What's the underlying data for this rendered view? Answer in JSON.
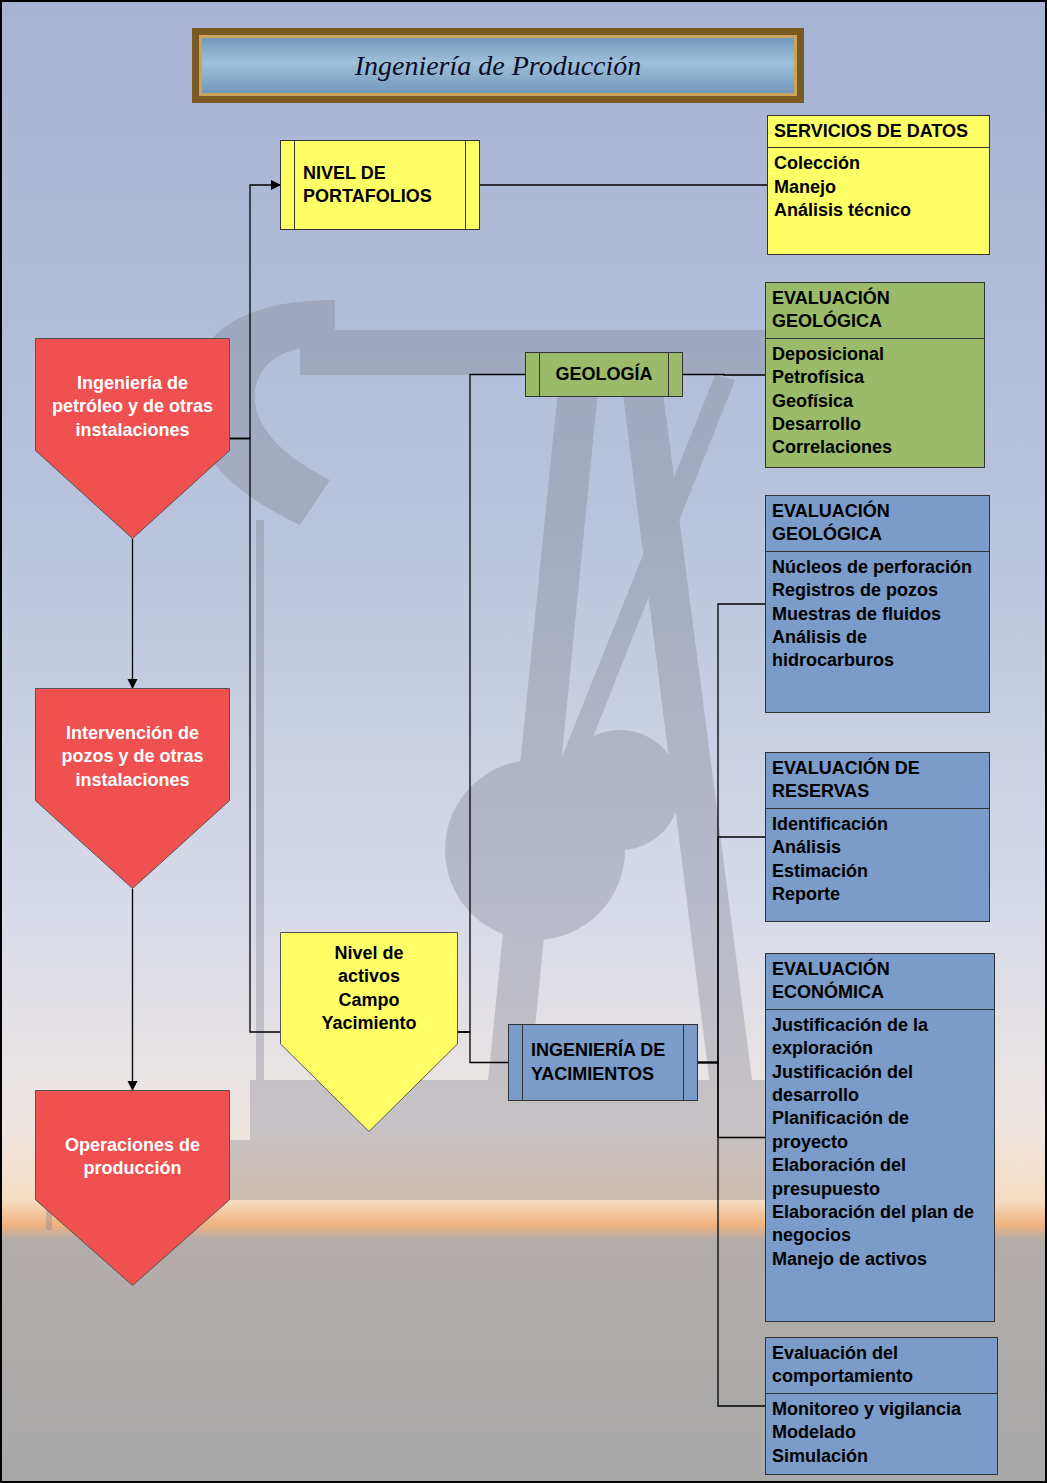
{
  "diagram": {
    "title": "Ingeniería de Producción",
    "nodes": [
      {
        "text": [
          "NIVEL DE PORTAFOLIOS"
        ]
      },
      {
        "text": [
          "SERVICIOS DE DATOS",
          "Colección",
          "Manejo",
          "Análisis técnico"
        ]
      },
      {
        "text": [
          "Ingeniería de petróleo y de otras instalaciones"
        ]
      },
      {
        "text": [
          "EVALUACIÓN GEOLÓGICA",
          "Deposicional",
          "Petrofísica",
          "Geofísica",
          "Desarrollo",
          "Correlaciones"
        ]
      },
      {
        "text": [
          "GEOLOGÍA"
        ]
      },
      {
        "text": [
          "EVALUACIÓN GEOLÓGICA",
          "Núcleos de perforación",
          "Registros de pozos",
          "Muestras de fluidos",
          "Análisis de hidrocarburos"
        ]
      },
      {
        "text": [
          "Intervención de pozos y de otras instalaciones"
        ]
      },
      {
        "text": [
          "EVALUACIÓN DE RESERVAS",
          "Identificación",
          "Análisis",
          "Estimación",
          "Reporte"
        ]
      },
      {
        "text": [
          "Nivel de activos Campo Yacimiento"
        ]
      },
      {
        "text": [
          "EVALUACIÓN ECONÓMICA",
          "Justificación de la exploración",
          "Justificación del desarrollo",
          "Planificación de proyecto",
          "Elaboración del presupuesto",
          "Elaboración del plan de negocios",
          "Manejo de activos"
        ]
      },
      {
        "text": [
          "INGENIERÍA DE YACIMIENTOS"
        ]
      },
      {
        "text": [
          "Operaciones de producción"
        ]
      },
      {
        "text": [
          "Evaluación del comportamiento",
          "Monitoreo y vigilancia",
          "Modelado",
          "Simulación"
        ]
      }
    ],
    "edges": [
      {
        "from": 2,
        "to": 6,
        "arrow": "to"
      },
      {
        "from": 6,
        "to": 11,
        "arrow": "to"
      },
      {
        "from": 2,
        "to": 0,
        "arrow": "to"
      },
      {
        "from": 2,
        "to": 8,
        "arrow": "none"
      },
      {
        "from": 0,
        "to": 1,
        "arrow": "none"
      },
      {
        "from": 8,
        "to": 4,
        "arrow": "none"
      },
      {
        "from": 8,
        "to": 10,
        "arrow": "none"
      },
      {
        "from": 4,
        "to": 3,
        "arrow": "none"
      },
      {
        "from": 10,
        "to": 5,
        "arrow": "none"
      },
      {
        "from": 10,
        "to": 7,
        "arrow": "none"
      },
      {
        "from": 10,
        "to": 9,
        "arrow": "none"
      },
      {
        "from": 10,
        "to": 12,
        "arrow": "none"
      }
    ]
  }
}
